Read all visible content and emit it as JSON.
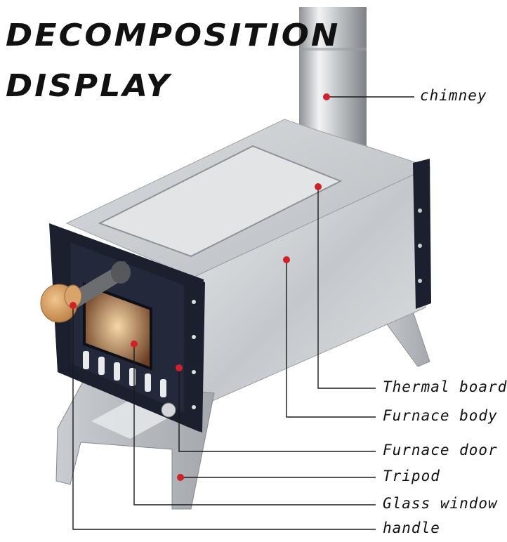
{
  "heading": {
    "line1": "DECOMPOSITION",
    "line2": "DISPLAY"
  },
  "callouts": {
    "chimney": "chimney",
    "thermal_board": "Thermal board",
    "furnace_body": "Furnace body",
    "furnace_door": "Furnace door",
    "tripod": "Tripod",
    "glass_window": "Glass window",
    "handle": "handle"
  },
  "colors": {
    "leader_line": "#1a1a1a",
    "marker_dot": "#d0202a",
    "stainless": "#c9cdd1",
    "door_frame": "#1c1f2e",
    "wood_knob": "#d9a066"
  }
}
